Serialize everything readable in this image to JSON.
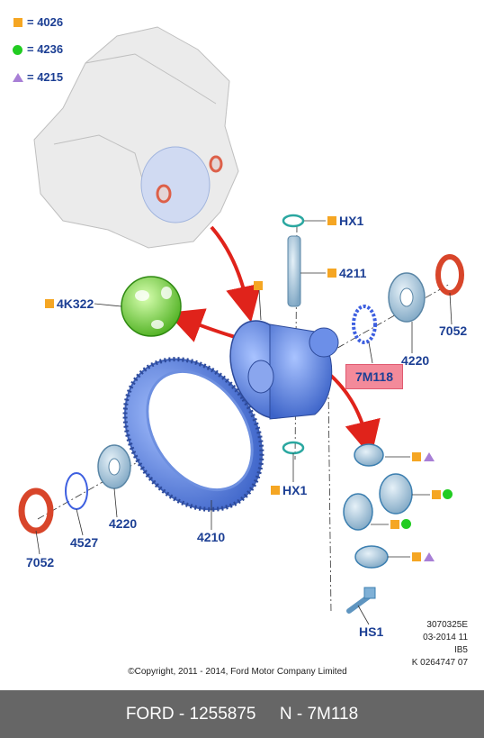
{
  "legend": [
    {
      "symbol": "square",
      "color": "#f5a623",
      "text": "= 4026"
    },
    {
      "symbol": "circle",
      "color": "#22cc22",
      "text": "= 4236"
    },
    {
      "symbol": "triangle",
      "color": "#a87fd6",
      "text": "= 4215"
    }
  ],
  "labels": {
    "hx1_top": "HX1",
    "p4211": "4211",
    "p4k322": "4K322",
    "p7052_right": "7052",
    "p4220_right": "4220",
    "p7m118": "7M118",
    "hx1_bottom": "HX1",
    "p4220_left": "4220",
    "p4527": "4527",
    "p7052_left": "7052",
    "p4210": "4210",
    "hs1": "HS1"
  },
  "meta": {
    "line1": "3070325E",
    "line2": "03-2014 11",
    "line3": "IB5",
    "line4": "K 0264747 07"
  },
  "copyright": "©Copyright, 2011 - 2014, Ford Motor Company Limited",
  "footer": {
    "text": "FORD - 1255875     N - 7M118"
  },
  "colors": {
    "part_blue": "#5a84e0",
    "seal_red": "#d8452a",
    "arrow_red": "#e0231b",
    "label_blue": "#1c3f94",
    "highlight": "#f38a9a"
  }
}
